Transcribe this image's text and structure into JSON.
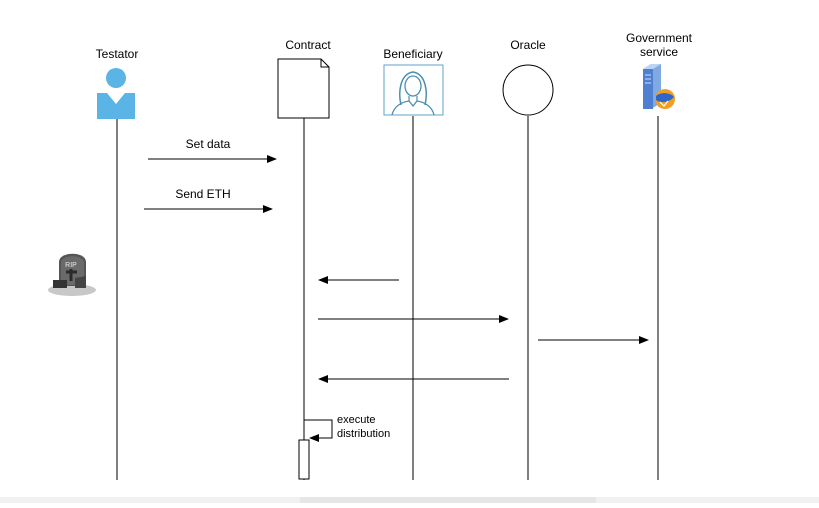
{
  "participants": {
    "testator": {
      "label": "Testator",
      "color": "#5ab4e5"
    },
    "contract": {
      "label": "Contract"
    },
    "beneficiary": {
      "label": "Beneficiary"
    },
    "oracle": {
      "label": "Oracle"
    },
    "government": {
      "label": "Government\nservice"
    }
  },
  "messages": {
    "set_data": "Set data",
    "send_eth": "Send ETH",
    "execute_distribution": "execute\ndistribution"
  },
  "tombstone": {
    "icon": "tombstone-rip-icon",
    "text": "RIP"
  }
}
